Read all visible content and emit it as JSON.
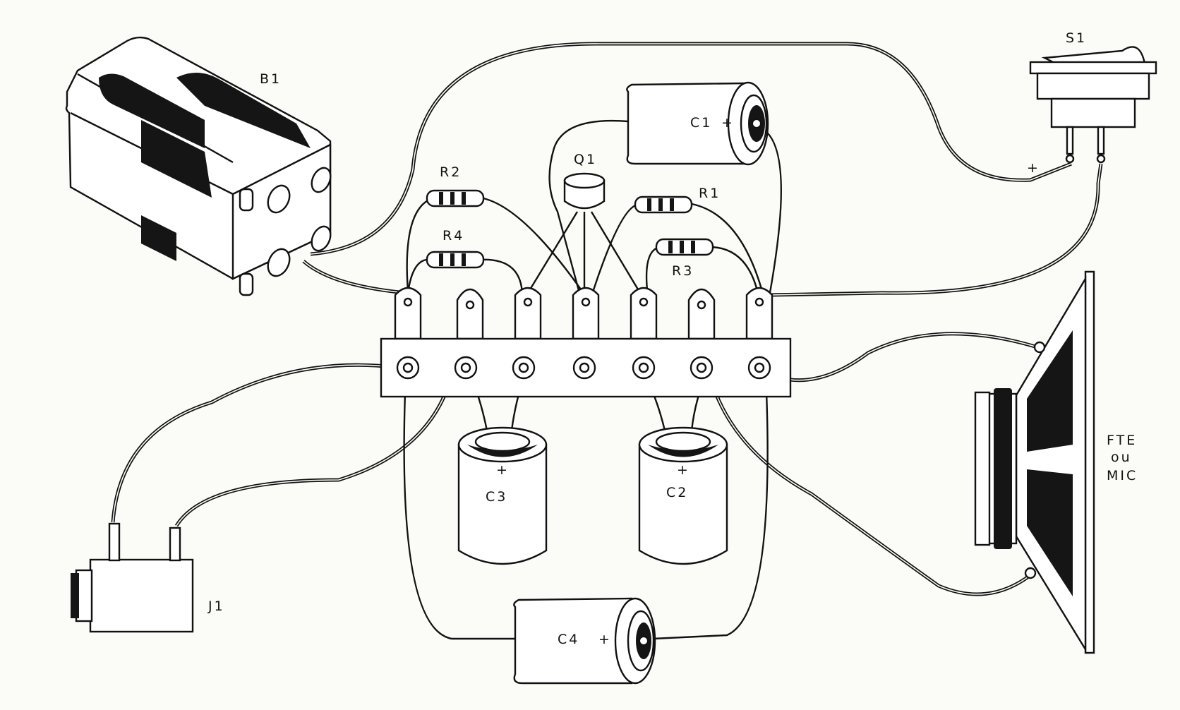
{
  "labels": {
    "battery": "B1",
    "switch": "S1",
    "c1": "C1",
    "c1_polarity": "+",
    "q1": "Q1",
    "r1": "R1",
    "r2": "R2",
    "r3": "R3",
    "r4": "R4",
    "c2": "C2",
    "c2_polarity": "+",
    "c3": "C3",
    "c3_polarity": "+",
    "c4": "C4",
    "c4_polarity": "+",
    "jack": "J1",
    "switch_polarity": "+",
    "speaker_line1": "FTE",
    "speaker_line2": "ou",
    "speaker_line3": "MIC"
  },
  "terminal_strip": {
    "lugs": 7
  }
}
